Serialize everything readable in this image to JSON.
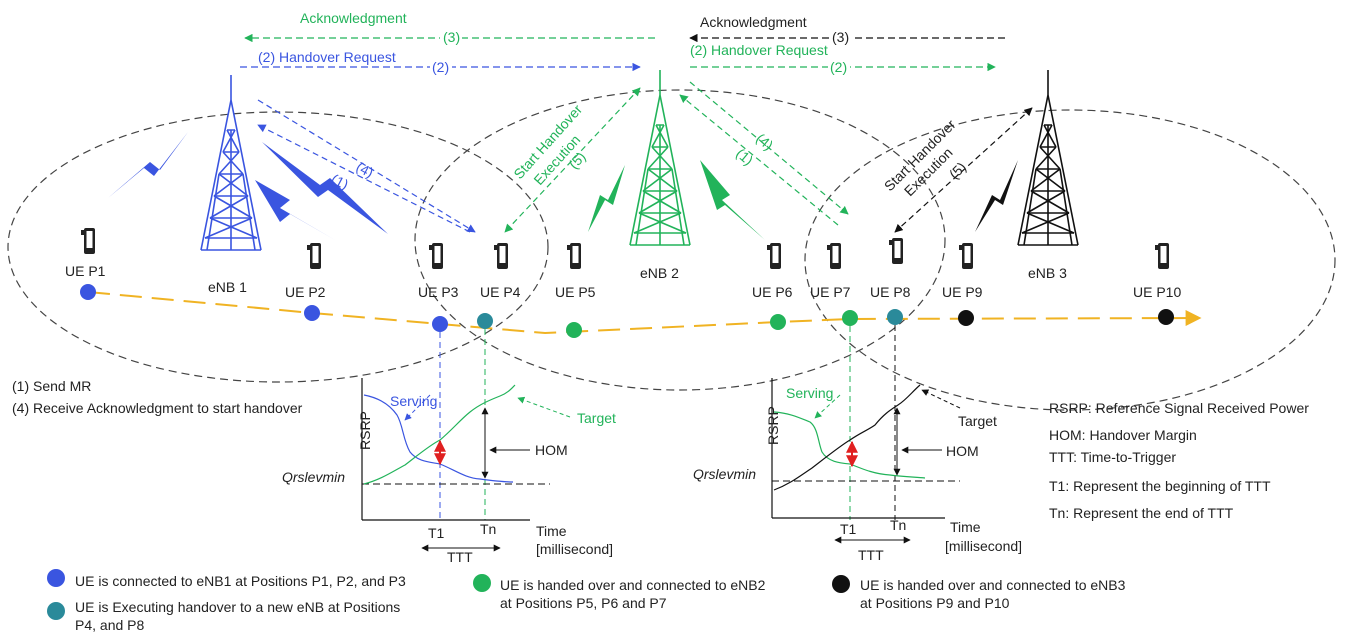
{
  "messages": {
    "ack_left": "Acknowledgment",
    "ack_right": "Acknowledgment",
    "step3": "(3)",
    "ho_req_left": "(2) Handover Request",
    "ho_req_right": "(2) Handover Request",
    "step2": "(2)",
    "step1": "(1)",
    "step4": "(4)",
    "step5": "(5)",
    "start_ho_line1": "Start Handover",
    "start_ho_line2": "Execution"
  },
  "towers": [
    "eNB 1",
    "eNB 2",
    "eNB 3"
  ],
  "ues": [
    "UE P1",
    "UE P2",
    "UE P3",
    "UE P4",
    "UE P5",
    "UE P6",
    "UE P7",
    "UE P8",
    "UE P9",
    "UE P10"
  ],
  "notes": [
    "(1) Send MR",
    "(4) Receive Acknowledgment to start handover"
  ],
  "chart_left": {
    "ylabel": "RSRP",
    "qrs": "Qrslevmin",
    "serving": "Serving",
    "target": "Target",
    "hom": "HOM",
    "t1": "T1",
    "tn": "Tn",
    "ttt": "TTT",
    "time": "Time",
    "unit": "[millisecond]"
  },
  "chart_right": {
    "ylabel": "RSRP",
    "qrs": "Qrslevmin",
    "serving": "Serving",
    "target": "Target",
    "hom": "HOM",
    "t1": "T1",
    "tn": "Tn",
    "ttt": "TTT",
    "time": "Time",
    "unit": "[millisecond]"
  },
  "definitions": [
    "RSRP: Reference Signal Received Power",
    "HOM: Handover Margin",
    "TTT: Time-to-Trigger",
    "T1: Represent the beginning of TTT",
    "Tn: Represent the end of TTT"
  ],
  "legend": {
    "blue": "UE is connected to eNB1 at Positions  P1, P2, and P3",
    "teal_line1": "UE is Executing handover to a new eNB at Positions",
    "teal_line2": "P4, and P8",
    "green_line1": "UE is handed over and connected to eNB2",
    "green_line2": "at Positions P5, P6  and P7",
    "black_line1": "UE is handed over and connected to eNB3",
    "black_line2": "at Positions P9  and P10"
  },
  "colors": {
    "enb1": "#3a55e0",
    "enb2": "#22b35a",
    "enb3": "#111111",
    "teal": "#2a8a9a",
    "path": "#f0b323",
    "red": "#e02020"
  },
  "icons": [
    "phone-icon",
    "tower-icon",
    "lightning-icon"
  ]
}
